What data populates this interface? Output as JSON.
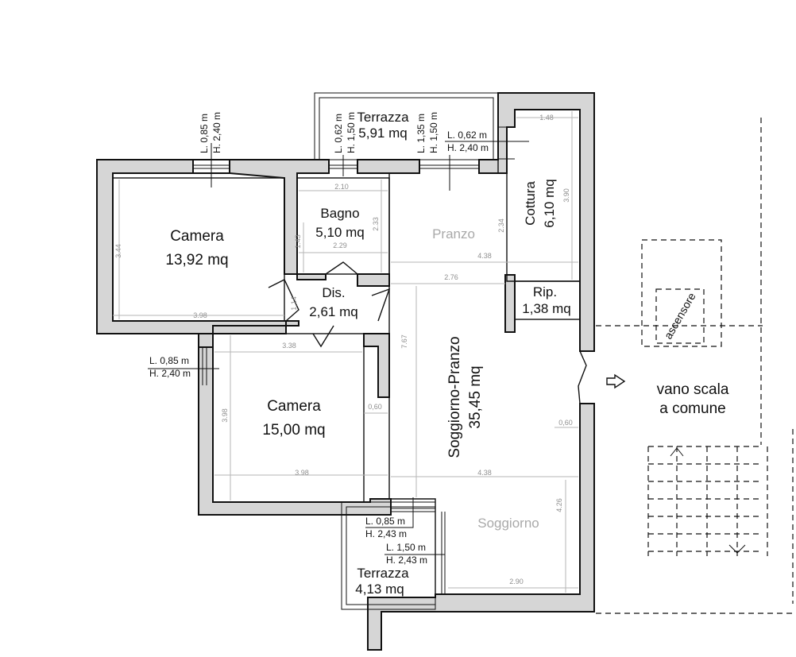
{
  "rooms": {
    "camera1": {
      "name": "Camera",
      "area": "13,92 mq"
    },
    "camera2": {
      "name": "Camera",
      "area": "15,00 mq"
    },
    "bagno": {
      "name": "Bagno",
      "area": "5,10 mq"
    },
    "dis": {
      "name": "Dis.",
      "area": "2,61 mq"
    },
    "cottura": {
      "name": "Cottura",
      "area": "6,10 mq"
    },
    "rip": {
      "name": "Rip.",
      "area": "1,38 mq"
    },
    "soggiorno_pranzo": {
      "name": "Soggiorno-Pranzo",
      "area": "35,45 mq"
    },
    "terrazza1": {
      "name": "Terrazza",
      "area": "5,91 mq"
    },
    "terrazza2": {
      "name": "Terrazza",
      "area": "4,13 mq"
    }
  },
  "zones": {
    "pranzo": "Pranzo",
    "soggiorno": "Soggiorno"
  },
  "openings": {
    "w_camera1_l": "L. 0,85 m",
    "w_camera1_h": "H. 2,40 m",
    "w_bagno_l": "L. 0,62 m",
    "w_bagno_h": "H. 1,50 m",
    "w_pranzo_l": "L. 1,35 m",
    "w_pranzo_h": "H. 1,50 m",
    "w_cottura_l": "L. 0,62 m",
    "w_cottura_h": "H. 2,40 m",
    "w_camera2_l": "L. 0,85 m",
    "w_camera2_h": "H. 2,40 m",
    "w_sogg1_l": "L. 0,85 m",
    "w_sogg1_h": "H. 2,43 m",
    "w_sogg2_l": "L. 1,50 m",
    "w_sogg2_h": "H. 2,43 m"
  },
  "dimensions": {
    "d_148": "1.48",
    "d_390": "3.90",
    "d_210": "2.10",
    "d_233": "2.33",
    "d_143": "1.43",
    "d_229": "2.29",
    "d_234": "2.34",
    "d_438a": "4.38",
    "d_276": "2.76",
    "d_344": "3.44",
    "d_398a": "3.98",
    "d_114": "1,14",
    "d_338": "3.38",
    "d_767": "7.67",
    "d_398b": "3.98",
    "d_060a": "0,60",
    "d_060b": "0,60",
    "d_398c": "3.98",
    "d_438b": "4.38",
    "d_426": "4.26",
    "d_290": "2.90"
  },
  "stairs": {
    "note_line1": "vano scala",
    "note_line2": "a comune",
    "lift": "ascensore"
  }
}
